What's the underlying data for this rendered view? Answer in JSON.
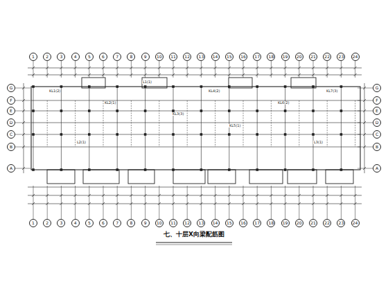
{
  "diagram": {
    "nodes": [
      {
        "text": [
          "1"
        ]
      },
      {
        "text": [
          "2"
        ]
      },
      {
        "text": [
          "3"
        ]
      },
      {
        "text": [
          "4"
        ]
      },
      {
        "text": [
          "5"
        ]
      },
      {
        "text": [
          "6"
        ]
      },
      {
        "text": [
          "7"
        ]
      },
      {
        "text": [
          "8"
        ]
      },
      {
        "text": [
          "9"
        ]
      },
      {
        "text": [
          "10"
        ]
      },
      {
        "text": [
          "11"
        ]
      },
      {
        "text": [
          "12"
        ]
      },
      {
        "text": [
          "13"
        ]
      },
      {
        "text": [
          "14"
        ]
      },
      {
        "text": [
          "15"
        ]
      },
      {
        "text": [
          "16"
        ]
      },
      {
        "text": [
          "17"
        ]
      },
      {
        "text": [
          "18"
        ]
      },
      {
        "text": [
          "19"
        ]
      },
      {
        "text": [
          "20"
        ]
      },
      {
        "text": [
          "21"
        ]
      },
      {
        "text": [
          "22"
        ]
      },
      {
        "text": [
          "23"
        ]
      },
      {
        "text": [
          "24"
        ]
      },
      {
        "text": [
          "G"
        ]
      },
      {
        "text": [
          "F"
        ]
      },
      {
        "text": [
          "E"
        ]
      },
      {
        "text": [
          "D"
        ]
      },
      {
        "text": [
          "C"
        ]
      },
      {
        "text": [
          "B"
        ]
      },
      {
        "text": [
          "A"
        ]
      },
      {
        "text": [
          "G"
        ]
      },
      {
        "text": [
          "F"
        ]
      },
      {
        "text": [
          "E"
        ]
      },
      {
        "text": [
          "D"
        ]
      },
      {
        "text": [
          "C"
        ]
      },
      {
        "text": [
          "B"
        ]
      },
      {
        "text": [
          "A"
        ]
      },
      {
        "text": [
          "1"
        ]
      },
      {
        "text": [
          "2"
        ]
      },
      {
        "text": [
          "3"
        ]
      },
      {
        "text": [
          "4"
        ]
      },
      {
        "text": [
          "5"
        ]
      },
      {
        "text": [
          "6"
        ]
      },
      {
        "text": [
          "7"
        ]
      },
      {
        "text": [
          "8"
        ]
      },
      {
        "text": [
          "9"
        ]
      },
      {
        "text": [
          "10"
        ]
      },
      {
        "text": [
          "11"
        ]
      },
      {
        "text": [
          "12"
        ]
      },
      {
        "text": [
          "13"
        ]
      },
      {
        "text": [
          "14"
        ]
      },
      {
        "text": [
          "15"
        ]
      },
      {
        "text": [
          "16"
        ]
      },
      {
        "text": [
          "17"
        ]
      },
      {
        "text": [
          "18"
        ]
      },
      {
        "text": [
          "19"
        ]
      },
      {
        "text": [
          "20"
        ]
      },
      {
        "text": [
          "21"
        ]
      },
      {
        "text": [
          "22"
        ]
      },
      {
        "text": [
          "23"
        ]
      },
      {
        "text": [
          "24"
        ]
      }
    ],
    "labels": [
      "七、十层X向梁配筋图",
      "KL1(2)",
      "KL2(1)",
      "L1(1)",
      "KL3(3)",
      "KL4(2)",
      "L2(1)",
      "KL5(1)",
      "KL6(2)",
      "L3(1)",
      "KL7(3)"
    ]
  }
}
